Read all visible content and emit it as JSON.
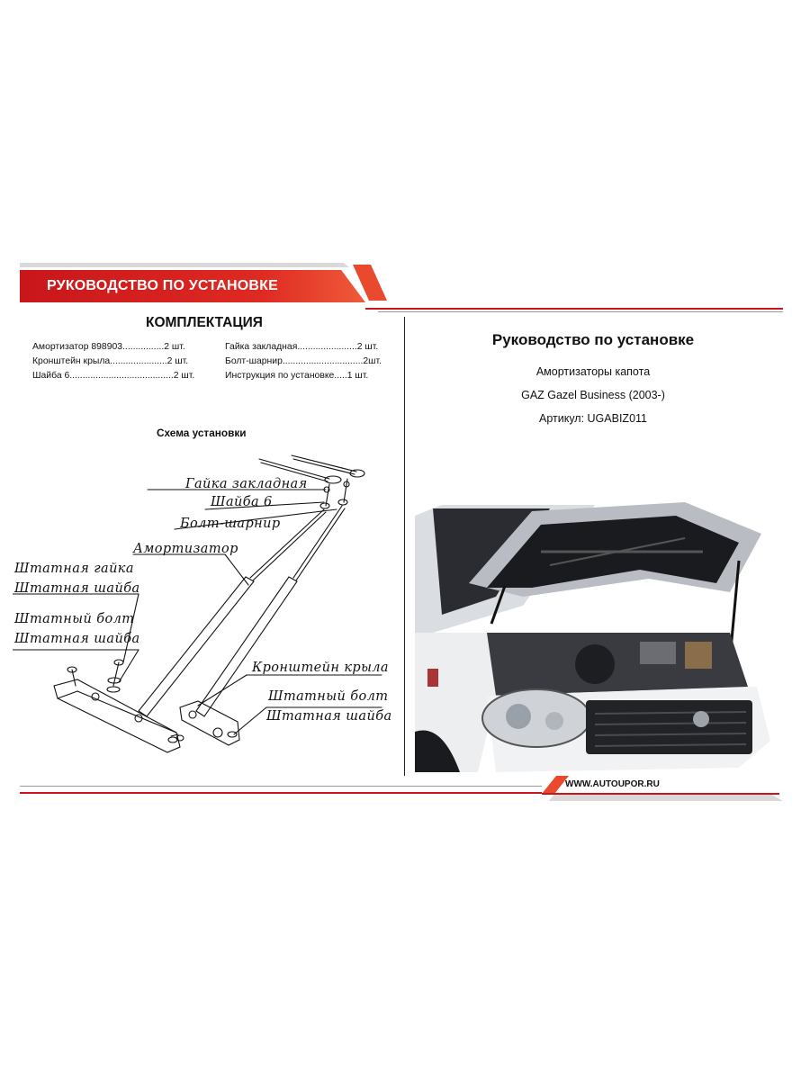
{
  "header": {
    "banner_title": "РУКОВОДСТВО ПО УСТАНОВКЕ"
  },
  "kit": {
    "title": "КОМПЛЕКТАЦИЯ",
    "items_left": [
      "Амортизатор 898903................2 шт.",
      "Кронштейн крыла......................2 шт.",
      "Шайба 6........................................2 шт."
    ],
    "items_right": [
      "Гайка закладная.......................2 шт.",
      "Болт-шарнир...............................2шт.",
      "Инструкция по установке.....1 шт."
    ]
  },
  "scheme": {
    "title": "Схема установки",
    "callouts": {
      "nut_embedded": "Гайка закладная",
      "washer_6": "Шайба 6",
      "hinge_bolt": "Болт-шарнир",
      "shock": "Амортизатор",
      "std_nut": "Штатная гайка",
      "std_washer_1": "Штатная шайба",
      "std_bolt_1": "Штатный болт",
      "std_washer_2": "Штатная шайба",
      "wing_bracket": "Кронштейн крыла",
      "std_bolt_2": "Штатный болт",
      "std_washer_3": "Штатная шайба"
    }
  },
  "product": {
    "title": "Руководство по установке",
    "subtitle": "Амортизаторы капота",
    "model": "GAZ Gazel Business (2003-)",
    "article": "Артикул: UGABIZ011"
  },
  "footer": {
    "site": "WWW.AUTOUPOR.RU"
  },
  "colors": {
    "brand_red": "#c8161b",
    "rule_grey": "#9a9a9a"
  }
}
